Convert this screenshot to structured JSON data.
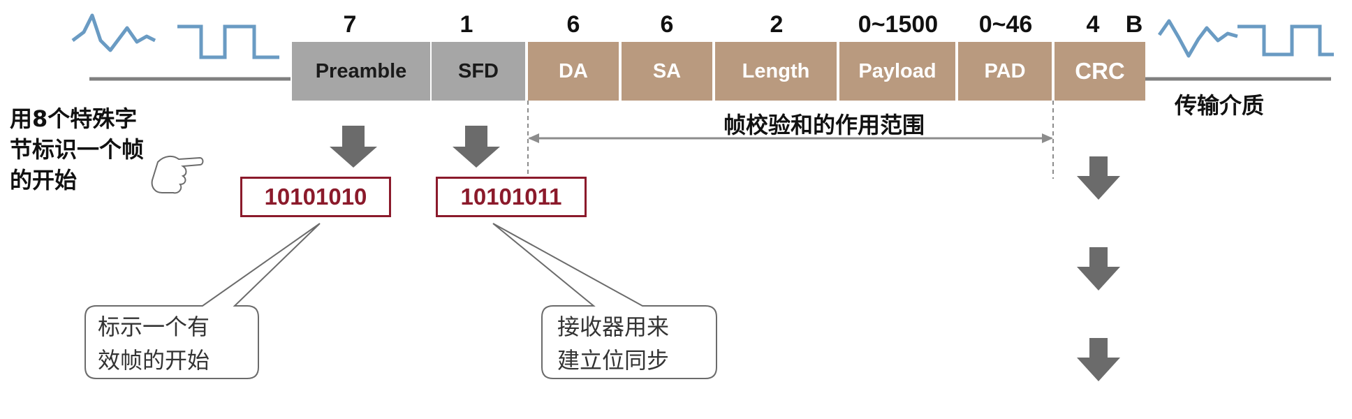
{
  "field_sizes": [
    "7",
    "1",
    "6",
    "6",
    "2",
    "0~1500",
    "0~46",
    "4"
  ],
  "unit": "B",
  "fields": [
    "Preamble",
    "SFD",
    "DA",
    "SA",
    "Length",
    "Payload",
    "PAD",
    "CRC"
  ],
  "colors": {
    "header_fields": "#a6a6a6",
    "mac_fields": "#b99a7f",
    "code_border": "#8b1a2b",
    "signal": "#6a9bc3",
    "arrow": "#6b6b6b"
  },
  "medium_label": "传输介质",
  "left_note": [
    "用8个特殊字",
    "节标识一个帧",
    "的开始"
  ],
  "checksum_range": "帧校验和的作用范围",
  "codes": {
    "preamble": "10101010",
    "sfd": "10101011"
  },
  "callouts": {
    "preamble": [
      "标示一个有",
      "效帧的开始"
    ],
    "sfd": [
      "接收器用来",
      "建立位同步"
    ]
  },
  "icons": [
    "analog-signal-icon",
    "digital-signal-icon",
    "pointing-hand-icon",
    "down-arrow-icon"
  ]
}
